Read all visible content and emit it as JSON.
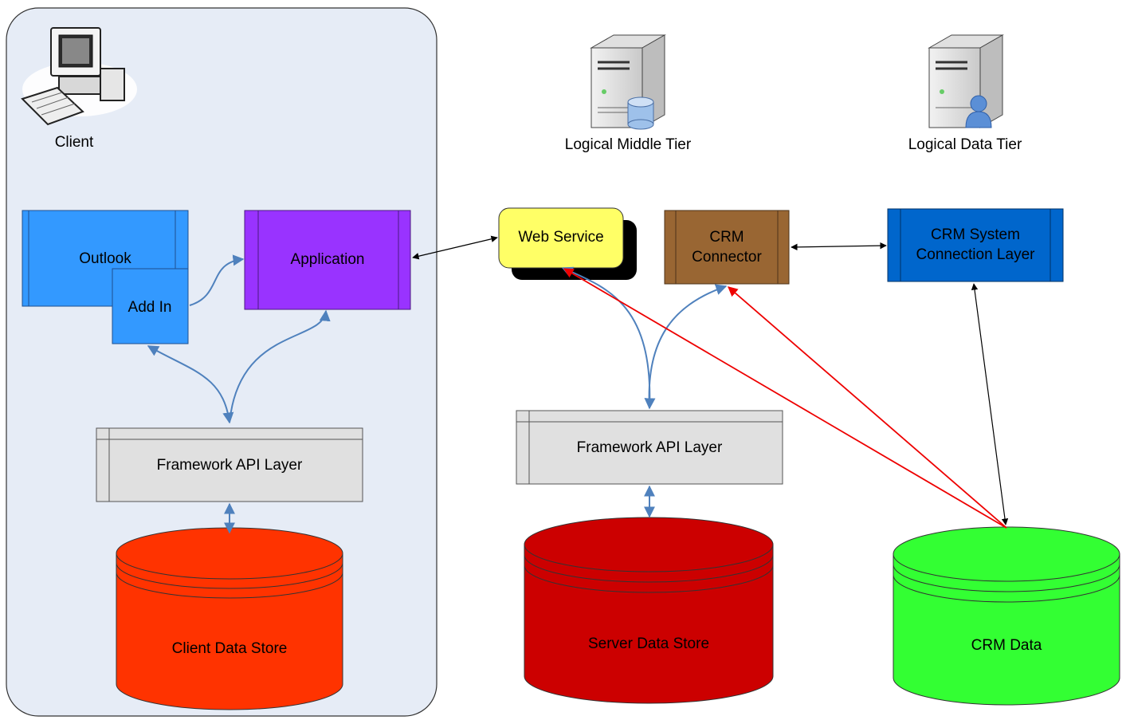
{
  "tiers": {
    "client": "Client",
    "middle": "Logical Middle Tier",
    "data": "Logical Data Tier"
  },
  "boxes": {
    "outlook": "Outlook",
    "add_in": "Add In",
    "application": "Application",
    "web_service": "Web Service",
    "crm_connector_line1": "CRM",
    "crm_connector_line2": "Connector",
    "crm_system_line1": "CRM System",
    "crm_system_line2": "Connection Layer",
    "client_framework": "Framework API Layer",
    "server_framework": "Framework API Layer"
  },
  "stores": {
    "client": "Client Data Store",
    "server": "Server Data Store",
    "crm": "CRM Data"
  },
  "colors": {
    "client_panel": "#e6ecf6",
    "outlook": "#3399ff",
    "application": "#9933ff",
    "web_service": "#ffff66",
    "crm_connector": "#996633",
    "crm_system": "#0066cc",
    "framework": "#e0e0e0",
    "client_store": "#ff3300",
    "server_store": "#cc0000",
    "crm_store": "#33ff33",
    "blue_link": "#4f81bd",
    "red_link": "#ee0000"
  }
}
